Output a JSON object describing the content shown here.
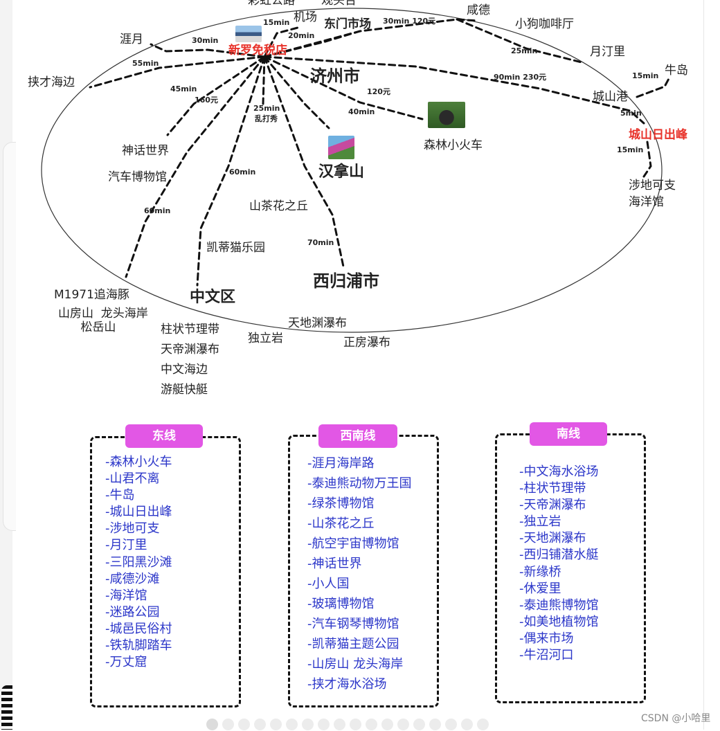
{
  "map": {
    "top_cropped": [
      "彩虹公路",
      "观头台"
    ],
    "hub": "新罗免税店",
    "places": {
      "airport": "机场",
      "east_gate": "东门市场",
      "xiande": "咸德",
      "puppy_cafe": "小狗咖啡厅",
      "yueting": "月汀里",
      "yayue": "涯月",
      "xiecai": "挟才海边",
      "jeju_city": "济州市",
      "niudao": "牛岛",
      "chengshan_port": "城山港",
      "sunrise_peak": "城山日出峰",
      "seopjikoji": "涉地可支\n海洋馆",
      "mythology": "神话世界",
      "car_museum": "汽车博物馆",
      "forest_train": "森林小火车",
      "hallasan": "汉拿山",
      "camellia": "山茶花之丘",
      "kitty_park": "凯蒂猫乐园",
      "seogwipo": "西归浦市",
      "jungmun": "中文区",
      "dolphin": "M1971追海豚",
      "sanbang": "山房山  龙头海岸\n      松岳山",
      "jungmun_sights": "柱状节理带\n天帝渊瀑布\n中文海边\n游艇快艇",
      "oedolgae": "独立岩",
      "cheonjiyeon": "天地渊瀑布",
      "jeongbang": "正房瀑布"
    },
    "times": {
      "t_airport": "15min",
      "t_20": "20min",
      "t_30": "30min",
      "t_east_price": "30min 120元",
      "t_55": "55min",
      "t_25east": "25min",
      "t_45": "45min",
      "t_160": "160元",
      "t_90": "90min  230元",
      "t_120": "120元",
      "t_40": "40min",
      "t_25show": "25min",
      "t_show": "乱打秀",
      "t_15niu": "15min",
      "t_5": "5min",
      "t_15sj": "15min",
      "t_60c": "60min",
      "t_60l": "60min",
      "t_70": "70min"
    }
  },
  "routes": {
    "east": {
      "title": "东线",
      "items": [
        "-森林小火车",
        "-山君不离",
        "-牛岛",
        "-城山日出峰",
        "-涉地可支",
        "-月汀里",
        "-三阳黑沙滩",
        "-咸德沙滩",
        "-海洋馆",
        "-迷路公园",
        "-城邑民俗村",
        "-铁轨脚踏车",
        "-万丈窟"
      ]
    },
    "southwest": {
      "title": "西南线",
      "items": [
        "-涯月海岸路",
        "-泰迪熊动物万王国",
        "-绿茶博物馆",
        "-山茶花之丘",
        "-航空宇宙博物馆",
        "-神话世界",
        "-小人国",
        "-玻璃博物馆",
        "-汽车钢琴博物馆",
        "-凯蒂猫主题公园",
        "-山房山 龙头海岸",
        "-挟才海水浴场"
      ]
    },
    "south": {
      "title": "南线",
      "items": [
        "-中文海水浴场",
        "-柱状节理带",
        "-天帝渊瀑布",
        "-独立岩",
        "-天地渊瀑布",
        "-西归铺潜水艇",
        "-新缘桥",
        "-休爱里",
        "-泰迪熊博物馆",
        "-如美地植物馆",
        "-偶来市场",
        "-牛沼河口"
      ]
    }
  },
  "watermark": "CSDN @小哈里",
  "colors": {
    "accent": "#e257e5",
    "route_text": "#2b36c9",
    "highlight": "#e8332b"
  }
}
